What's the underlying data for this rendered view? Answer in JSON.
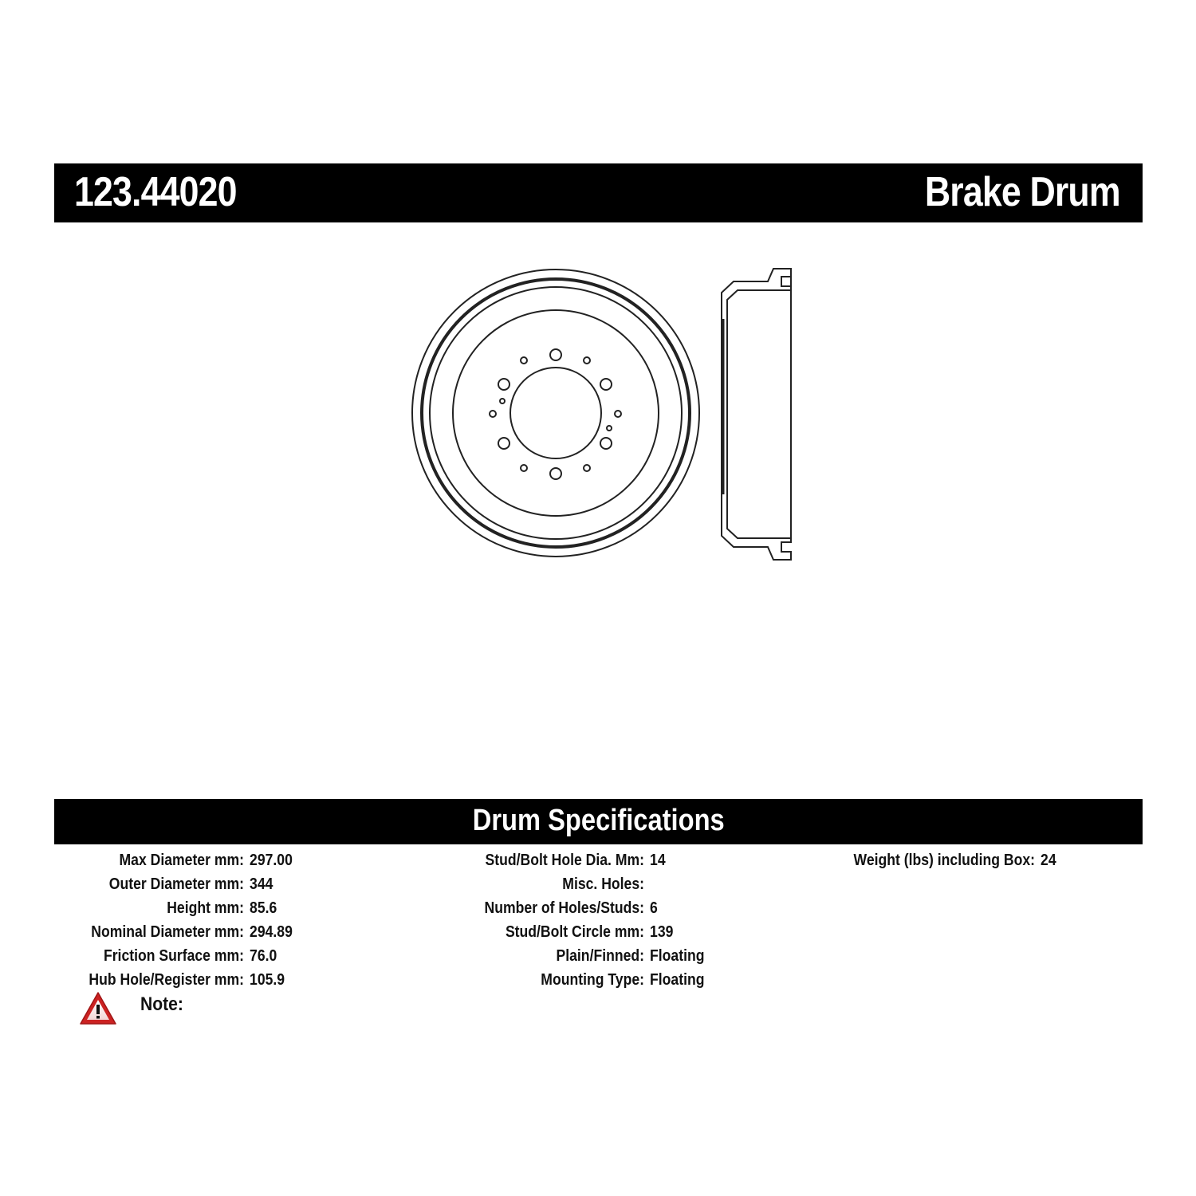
{
  "header": {
    "part_number": "123.44020",
    "part_type": "Brake Drum"
  },
  "drawing": {
    "front_view": "brake-drum-front-view",
    "side_view": "brake-drum-side-profile"
  },
  "specifications": {
    "title": "Drum Specifications",
    "column1": [
      {
        "label": "Max Diameter mm:",
        "value": "297.00"
      },
      {
        "label": "Outer Diameter mm:",
        "value": "344"
      },
      {
        "label": "Height mm:",
        "value": "85.6"
      },
      {
        "label": "Nominal Diameter mm:",
        "value": "294.89"
      },
      {
        "label": "Friction Surface mm:",
        "value": "76.0"
      },
      {
        "label": "Hub Hole/Register mm:",
        "value": "105.9"
      }
    ],
    "column2": [
      {
        "label": "Stud/Bolt Hole Dia. Mm:",
        "value": "14"
      },
      {
        "label": "Misc. Holes:",
        "value": ""
      },
      {
        "label": "Number of Holes/Studs:",
        "value": "6"
      },
      {
        "label": "Stud/Bolt Circle mm:",
        "value": "139"
      },
      {
        "label": "Plain/Finned:",
        "value": "Floating"
      },
      {
        "label": "Mounting Type:",
        "value": "Floating"
      }
    ],
    "column3": [
      {
        "label": "Weight (lbs) including Box:",
        "value": "24"
      }
    ]
  },
  "note": {
    "icon": "warning-icon",
    "label": "Note:",
    "text": ""
  },
  "colors": {
    "bar_background": "#000000",
    "bar_text": "#ffffff",
    "warning_red": "#cc2222"
  }
}
